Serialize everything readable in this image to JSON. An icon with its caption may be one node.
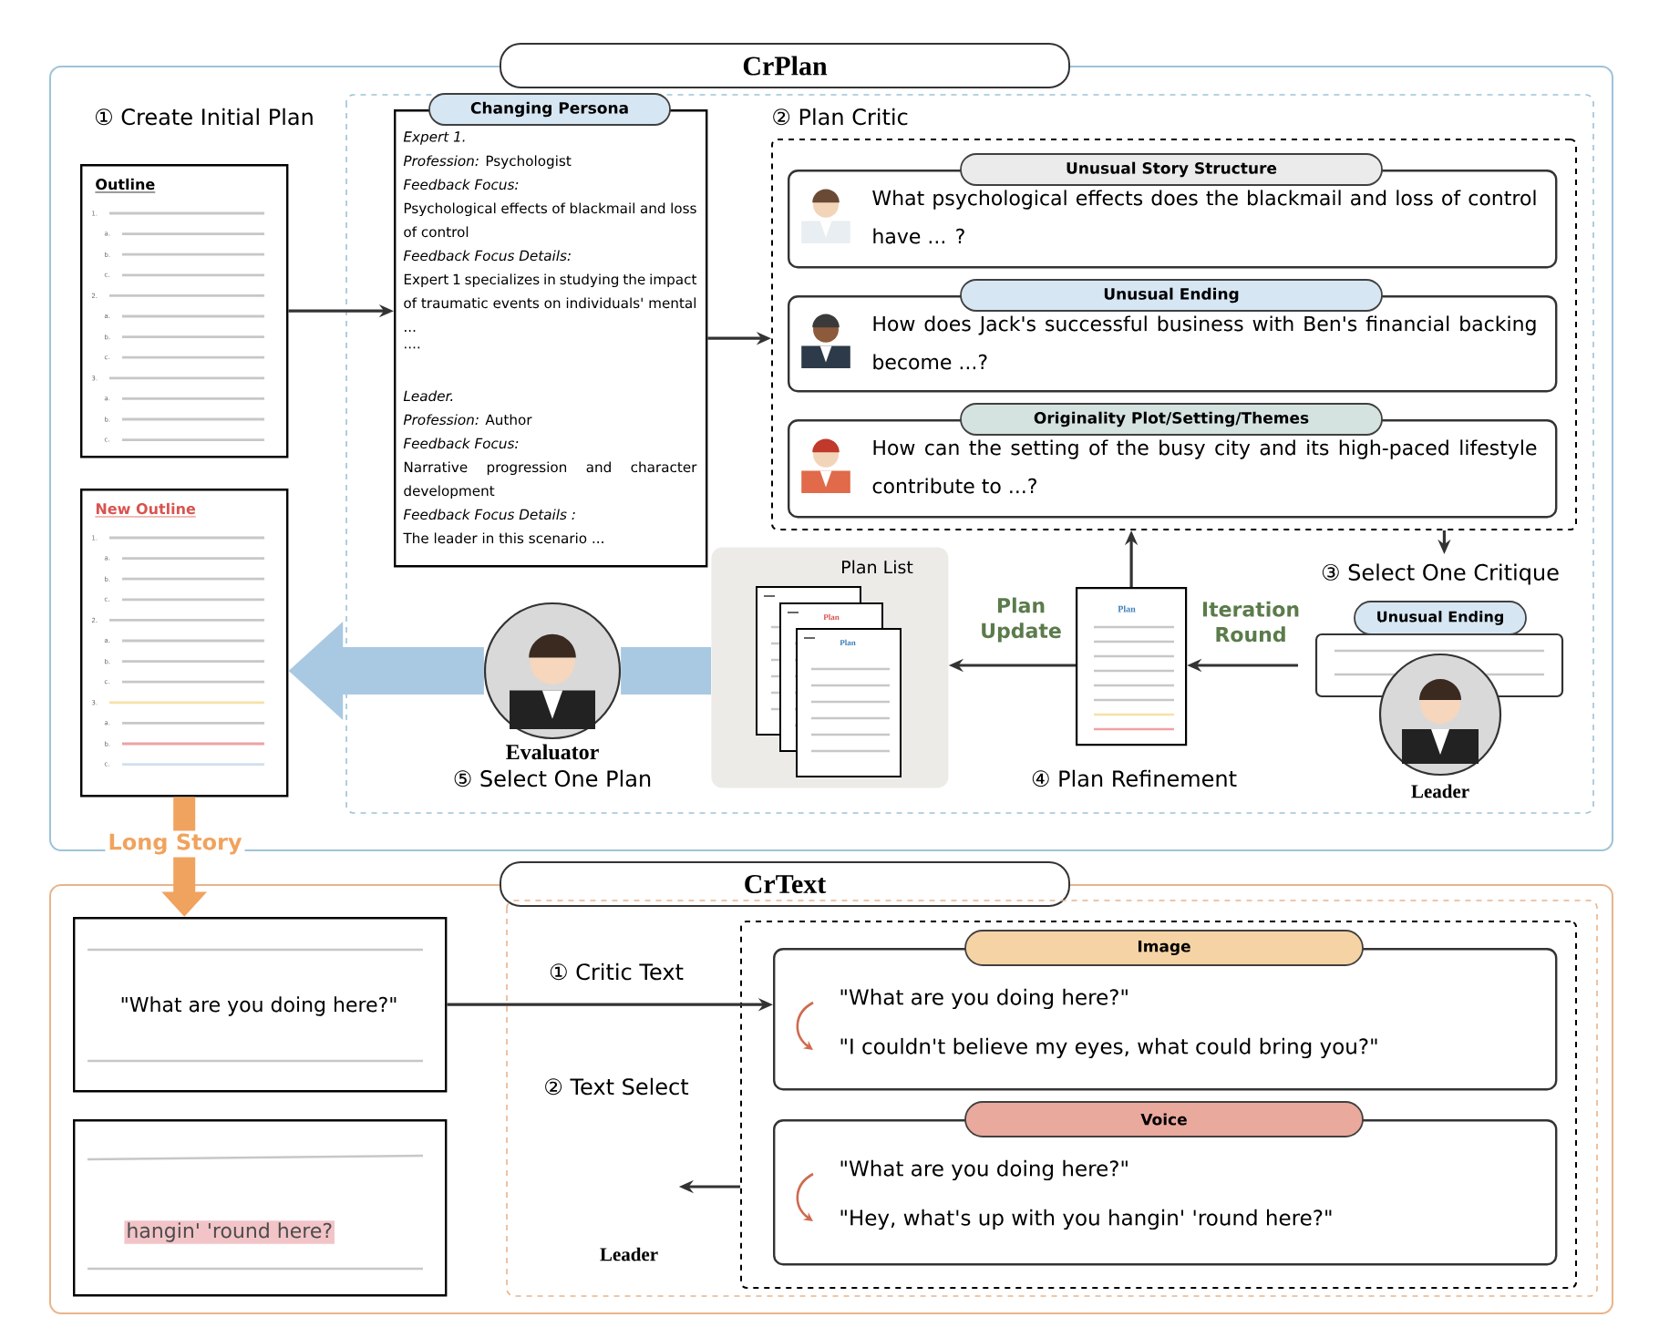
{
  "diagram": {
    "nodes": [
      {
        "text": [
          "CrPlan"
        ]
      },
      {
        "text": [
          "Outline",
          "1.",
          "a.",
          "b.",
          "c.",
          "2.",
          "a.",
          "b.",
          "c.",
          "3.",
          "a.",
          "b.",
          "c."
        ],
        "in": 0
      },
      {
        "text": [
          "Changing Persona",
          "Expert 1.",
          "*Profession:* Psychologist",
          "Feedback Focus:",
          "Psychological effects of blackmail and loss of control",
          "Feedback Focus Details:",
          "Expert 1 specializes in studying the impact of traumatic events on individuals' mental ...",
          "....",
          "Leader.",
          "*Profession:* Author",
          "Feedback Focus:",
          "Narrative progression and character development",
          "Feedback Focus Details :",
          "The leader in this scenario ..."
        ],
        "in": 0
      },
      {
        "text": [
          "② Plan Critic"
        ],
        "in": 0
      },
      {
        "text": [
          "Unusual Story Structure",
          "What psychological effects does the blackmail and loss of control have ... ?"
        ],
        "in": 3
      },
      {
        "text": [
          "Unusual Ending",
          "How does Jack's successful business with Ben's financial backing become ...?"
        ],
        "in": 3
      },
      {
        "text": [
          "Originality Plot/Setting/Themes",
          "How can the setting of the busy city and its high-paced lifestyle contribute to ...?"
        ],
        "in": 3
      },
      {
        "text": [
          "Plan List"
        ],
        "in": 0
      },
      {
        "text": [
          "Plan"
        ],
        "in": 0
      },
      {
        "text": [
          "③ Select One Critique",
          "Unusual Ending"
        ],
        "beside": [
          "Leader"
        ],
        "in": 0
      },
      {
        "text": [
          "Evaluator"
        ],
        "in": 0
      },
      {
        "text": [
          "New Outline",
          "1.",
          "a.",
          "b.",
          "c.",
          "2.",
          "a.",
          "b.",
          "c.",
          "3.",
          "a.",
          "b.",
          "c."
        ],
        "in": 0
      },
      {
        "text": [
          "CrText"
        ]
      },
      {
        "text": [
          "\"What are you doing here?\""
        ],
        "in": 12
      },
      {
        "text": [
          "hangin' 'round here?"
        ],
        "in": 12
      },
      {
        "text": [],
        "shape": "box",
        "in": 12
      },
      {
        "text": [
          "Image",
          "\"What are you doing here?\"",
          "\"I couldn't believe my eyes, what could bring you?\""
        ],
        "in": 15
      },
      {
        "text": [
          "Voice",
          "\"What are you doing here?\"",
          "\"Hey, what's up with you hangin' 'round here?\""
        ],
        "in": 15
      },
      {
        "text": [
          "Leader"
        ],
        "in": 12
      }
    ],
    "edges": [
      {
        "from": 1,
        "to": 2,
        "arrow": "to"
      },
      {
        "from": 2,
        "to": 3,
        "arrow": "to"
      },
      {
        "from": 3,
        "to": 9,
        "arrow": "to"
      },
      {
        "from": 9,
        "to": 8,
        "arrow": "to",
        "label": "Iteration Round"
      },
      {
        "from": 8,
        "to": 3,
        "arrow": "to"
      },
      {
        "from": 8,
        "to": 7,
        "arrow": "to",
        "label": "Plan Update"
      },
      {
        "from": 7,
        "to": 10,
        "arrow": "none",
        "style": "thick",
        "color": "#a9c9e2"
      },
      {
        "from": 10,
        "to": 11,
        "arrow": "to",
        "style": "thick",
        "color": "#a9c9e2"
      },
      {
        "from": 11,
        "to": 13,
        "arrow": "to",
        "style": "thick",
        "color": "#f0a35e",
        "label": "Long Story"
      },
      {
        "from": 13,
        "to": 16,
        "arrow": "to",
        "label": "① Critic Text"
      },
      {
        "from": 15,
        "to": 18,
        "arrow": "to",
        "label": "② Text Select"
      }
    ],
    "labels": [
      "① Create Initial Plan",
      "④ Plan Refinement",
      "⑤ Select One Plan",
      "Plan",
      "Plan"
    ]
  }
}
